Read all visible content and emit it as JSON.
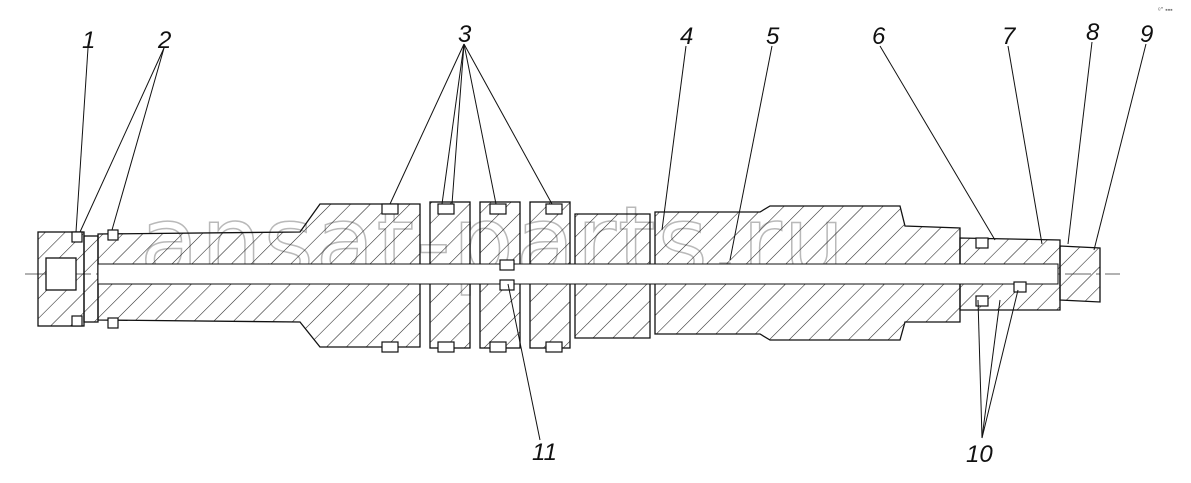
{
  "callouts": [
    "1",
    "2",
    "3",
    "4",
    "5",
    "6",
    "7",
    "8",
    "9",
    "10",
    "11"
  ],
  "watermark": "ansat-parts.ru",
  "corner_mark": "ᵉ'' ▪▪▪",
  "colors": {
    "ink": "#111111",
    "hatch": "#222222",
    "watermark": "#b9b9b9"
  }
}
